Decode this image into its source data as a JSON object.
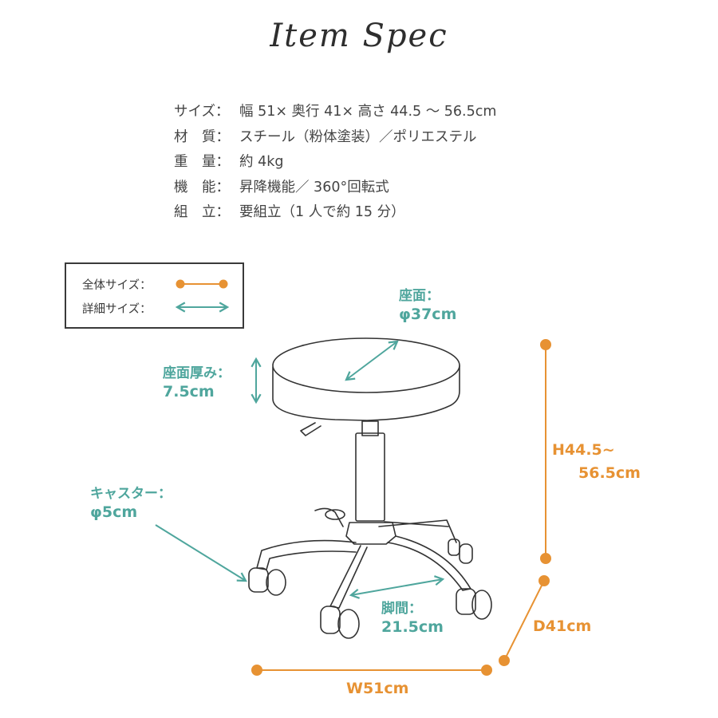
{
  "header": {
    "title": "Item Spec"
  },
  "specs": [
    {
      "label": "サイズ：",
      "value": "幅 51× 奥行 41× 高さ 44.5 〜 56.5cm"
    },
    {
      "label": "材　質：",
      "value": "スチール（粉体塗装）／ポリエステル"
    },
    {
      "label": "重　量：",
      "value": "約 4kg"
    },
    {
      "label": "機　能：",
      "value": "昇降機能／ 360°回転式"
    },
    {
      "label": "組　立：",
      "value": "要組立（1 人で約 15 分）"
    }
  ],
  "legend": {
    "overall_label": "全体サイズ：",
    "detail_label": "詳細サイズ："
  },
  "annotations": {
    "seat_label": "座面：",
    "seat_value": "φ37cm",
    "thickness_label": "座面厚み：",
    "thickness_value": "7.5cm",
    "caster_label": "キャスター：",
    "caster_value": "φ5cm",
    "leg_label": "脚間：",
    "leg_value": "21.5cm",
    "height_line1": "H44.5~",
    "height_line2": "56.5cm",
    "depth": "D41cm",
    "width": "W51cm"
  },
  "colors": {
    "teal": "#4fa69d",
    "orange": "#e79233",
    "line": "#333333"
  }
}
